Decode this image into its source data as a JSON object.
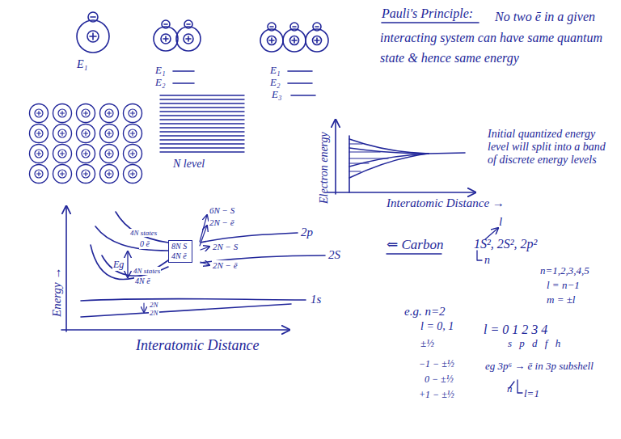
{
  "diagram": {
    "nodes": [
      {
        "text": [
          "8N S",
          "4N ē"
        ]
      }
    ],
    "labels": [
      "E₁",
      "E₁",
      "E₂",
      "E₁",
      "E₂",
      "E₃",
      "N level",
      "Pauli's Principle:",
      "No two ē in a given interacting system can have same quantum state & hence same energy",
      "Electron energy",
      "Interatomic Distance →",
      "Initial quantized energy level will split into a band of discrete energy levels",
      "Energy →",
      "Interatomic Distance",
      "4N states",
      "0 ē",
      "Eg",
      "4N states",
      "4N ē",
      "6N − S",
      "2N − ē",
      "2p",
      "2N − S",
      "2N − ē",
      "2S",
      "1s",
      "2N",
      "2N",
      "⇐ Carbon",
      "l",
      "1S², 2S², 2p²",
      "n",
      "n=1,2,3,4,5",
      "l = n−1",
      "m = ±l",
      "e.g. n=2",
      "l = 0, 1",
      "±½",
      "l = 0 1 2 3 4",
      "s p d f h",
      "−1 − ±½",
      "0 − ±½",
      "+1 − ±½",
      "eg 3p⁶ → ē in 3p subshell",
      "n",
      "l=1"
    ]
  }
}
